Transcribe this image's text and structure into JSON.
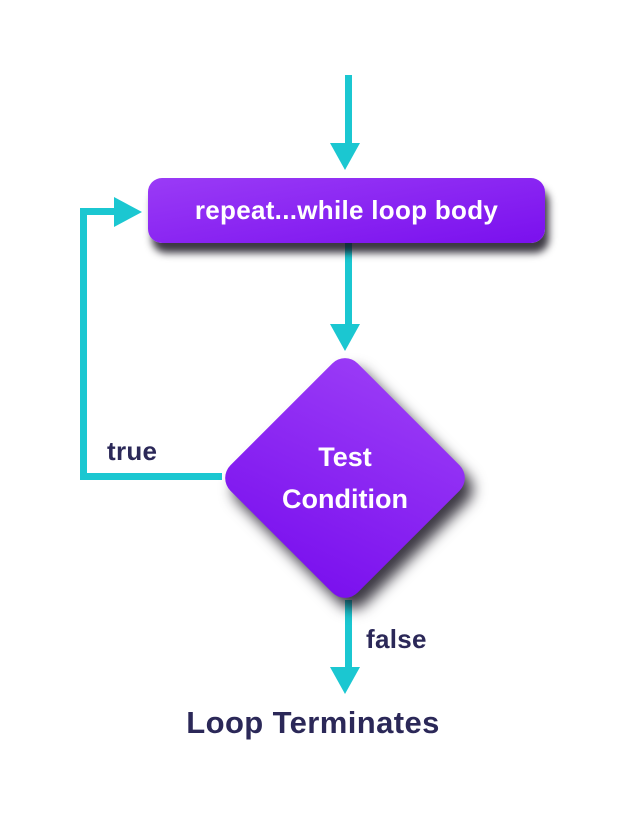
{
  "colors": {
    "arrow": "#1BC7D1",
    "node_gradient_start": "#9A3BF6",
    "node_gradient_end": "#7A10EE",
    "label_text": "#2B2858",
    "node_text": "#FFFFFF",
    "background": "#FFFFFF",
    "shadow": "rgba(17,14,26,0.82)"
  },
  "nodes": {
    "loop_body": {
      "label": "repeat...while loop body",
      "type": "process"
    },
    "test_condition": {
      "label": "Test Condition",
      "type": "decision"
    },
    "terminal": {
      "label": "Loop Terminates",
      "type": "text"
    }
  },
  "edges": {
    "entry": {
      "from": "start",
      "to": "loop_body"
    },
    "body_to_condition": {
      "from": "loop_body",
      "to": "test_condition"
    },
    "true_branch": {
      "label": "true",
      "from": "test_condition",
      "to": "loop_body"
    },
    "false_branch": {
      "label": "false",
      "from": "test_condition",
      "to": "terminal"
    }
  }
}
